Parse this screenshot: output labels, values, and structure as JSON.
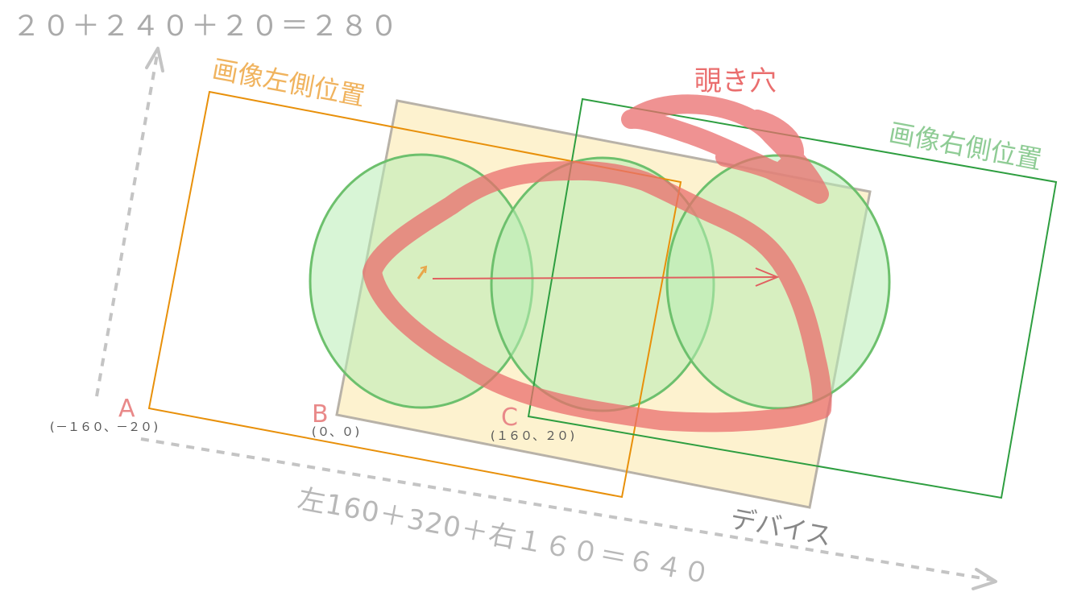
{
  "vertical_axis_label": "２０＋２４０＋２０＝２８０",
  "horizontal_axis_label": "左160＋320＋右１６０＝６４０",
  "left_image_label": "画像左側位置",
  "right_image_label": "画像右側位置",
  "device_label": "デバイス",
  "peephole_label": "覗き穴",
  "points": [
    {
      "name": "A",
      "coord": "(－１６０、－２０)"
    },
    {
      "name": "B",
      "coord": "(０、０)"
    },
    {
      "name": "C",
      "coord": "(１６０、２０)"
    }
  ],
  "colors": {
    "left_image": "#e8900a",
    "right_image": "#2e9e40",
    "device_border": "#b8b2a8",
    "device_fill": "#fdf2cf",
    "circle_fill": "#b8ecb4",
    "circle_stroke": "#6dc06d",
    "peephole_stroke": "#ea6e6e",
    "axis": "#c4c4c4",
    "point_label": "#e98989",
    "left_label": "#f0b35e",
    "right_label": "#8fcc95",
    "text_gray": "#aaaaaa"
  }
}
